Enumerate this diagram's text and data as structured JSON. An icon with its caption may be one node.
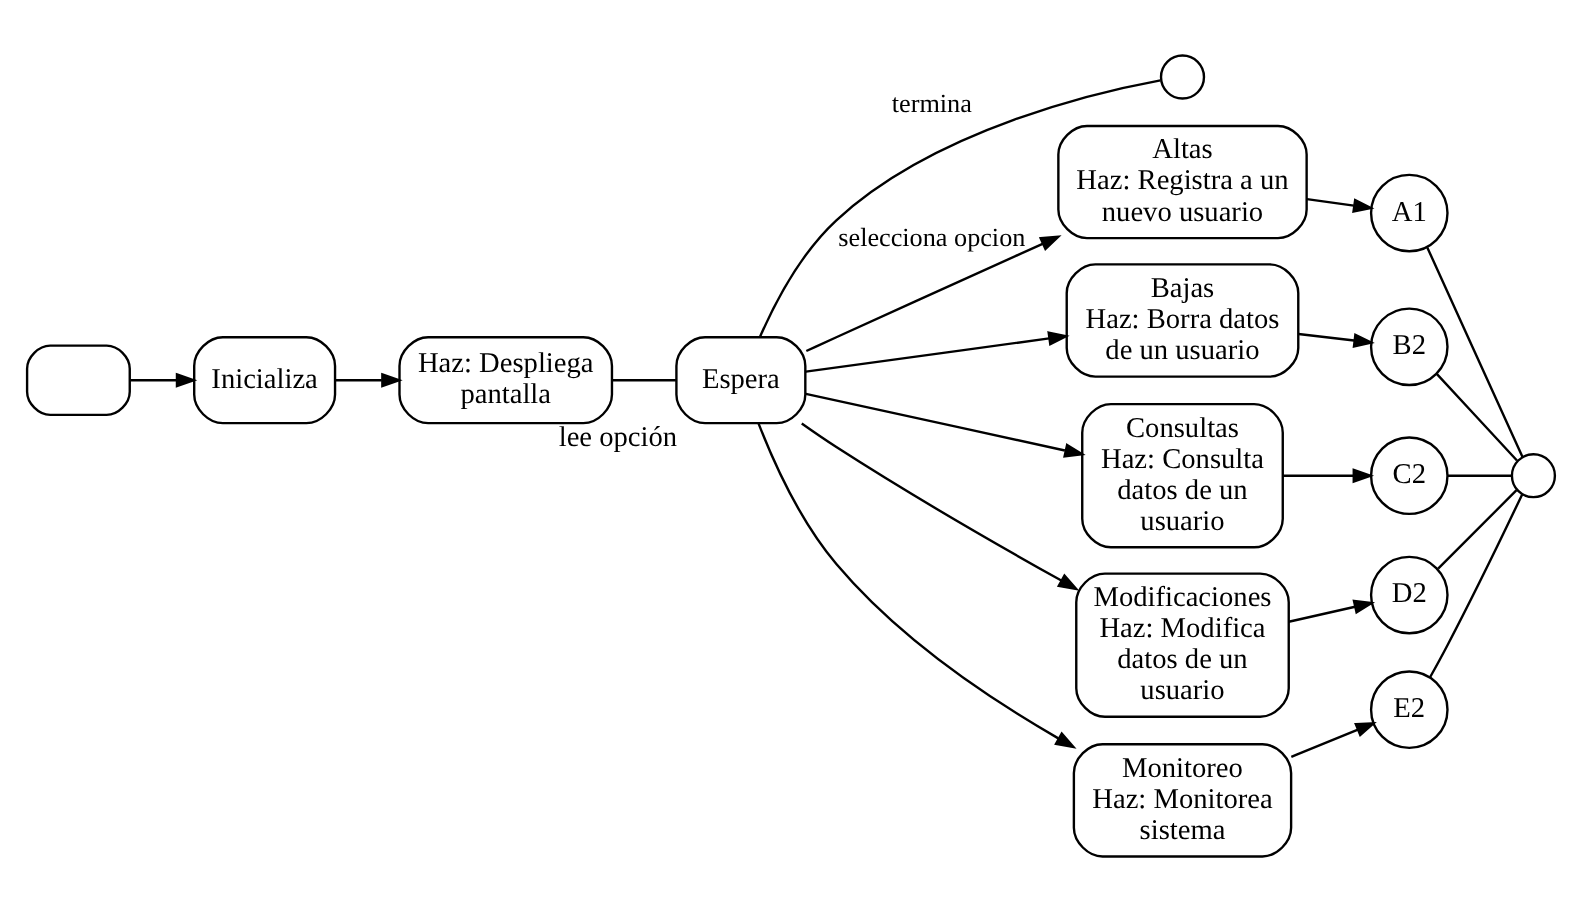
{
  "diagram": {
    "nodes": [
      {
        "text": [],
        "shape": "box"
      },
      {
        "text": [
          "Inicializa"
        ]
      },
      {
        "text": [
          "Haz: Despliega pantalla"
        ]
      },
      {
        "text": [
          "Espera"
        ],
        "beside": [
          "lee opción"
        ]
      },
      {
        "text": [],
        "shape": "circle"
      },
      {
        "text": [
          "Altas",
          "Haz: Registra a un nuevo usuario"
        ]
      },
      {
        "text": [
          "Bajas",
          "Haz: Borra datos de un usuario"
        ]
      },
      {
        "text": [
          "Consultas",
          "Haz: Consulta datos de un usuario"
        ]
      },
      {
        "text": [
          "Modificaciones",
          "Haz: Modifica datos de un usuario"
        ]
      },
      {
        "text": [
          "Monitoreo",
          "Haz: Monitorea sistema"
        ]
      },
      {
        "text": [
          "A1"
        ]
      },
      {
        "text": [
          "B2"
        ]
      },
      {
        "text": [
          "C2"
        ]
      },
      {
        "text": [
          "D2"
        ]
      },
      {
        "text": [
          "E2"
        ]
      },
      {
        "text": [],
        "shape": "circle"
      }
    ],
    "edges": [
      {
        "from": 0,
        "to": 1,
        "arrow": "to"
      },
      {
        "from": 1,
        "to": 2,
        "arrow": "to"
      },
      {
        "from": 2,
        "to": 3,
        "arrow": "none"
      },
      {
        "from": 3,
        "to": 4,
        "arrow": "none",
        "label": "termina"
      },
      {
        "from": 3,
        "to": 5,
        "arrow": "to",
        "label": "selecciona opcion"
      },
      {
        "from": 3,
        "to": 6,
        "arrow": "to"
      },
      {
        "from": 3,
        "to": 7,
        "arrow": "to"
      },
      {
        "from": 3,
        "to": 8,
        "arrow": "to"
      },
      {
        "from": 3,
        "to": 9,
        "arrow": "to"
      },
      {
        "from": 5,
        "to": 10,
        "arrow": "to"
      },
      {
        "from": 6,
        "to": 11,
        "arrow": "to"
      },
      {
        "from": 7,
        "to": 12,
        "arrow": "to"
      },
      {
        "from": 8,
        "to": 13,
        "arrow": "to"
      },
      {
        "from": 9,
        "to": 14,
        "arrow": "to"
      },
      {
        "from": 10,
        "to": 15,
        "arrow": "none"
      },
      {
        "from": 11,
        "to": 15,
        "arrow": "none"
      },
      {
        "from": 12,
        "to": 15,
        "arrow": "none"
      },
      {
        "from": 13,
        "to": 15,
        "arrow": "none"
      },
      {
        "from": 14,
        "to": 15,
        "arrow": "none"
      }
    ]
  }
}
